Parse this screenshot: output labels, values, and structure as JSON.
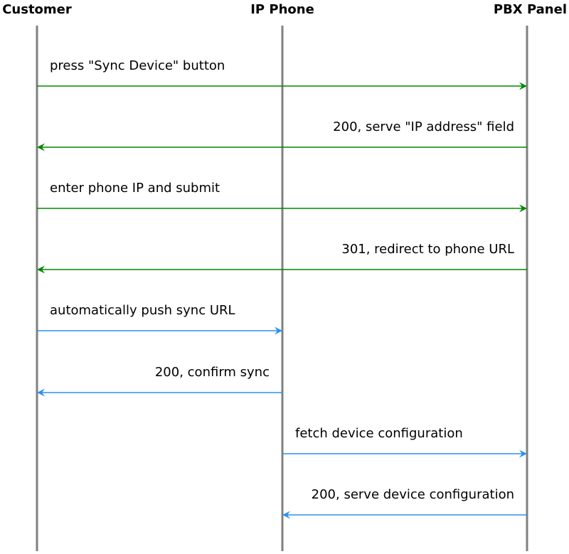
{
  "actors": [
    {
      "id": "customer",
      "label": "Customer"
    },
    {
      "id": "phone",
      "label": "IP Phone"
    },
    {
      "id": "pbx",
      "label": "PBX Panel"
    }
  ],
  "colors": {
    "lifeline": "#808080",
    "green": "#008800",
    "blue": "#2b90f0",
    "text": "#000000"
  },
  "messages": [
    {
      "from": "customer",
      "to": "pbx",
      "label": "press \"Sync Device\" button",
      "color": "green"
    },
    {
      "from": "pbx",
      "to": "customer",
      "label": "200, serve \"IP address\" field",
      "color": "green"
    },
    {
      "from": "customer",
      "to": "pbx",
      "label": "enter phone IP and submit",
      "color": "green"
    },
    {
      "from": "pbx",
      "to": "customer",
      "label": "301, redirect to phone URL",
      "color": "green"
    },
    {
      "from": "customer",
      "to": "phone",
      "label": "automatically push sync URL",
      "color": "blue"
    },
    {
      "from": "phone",
      "to": "customer",
      "label": "200, confirm sync",
      "color": "blue"
    },
    {
      "from": "phone",
      "to": "pbx",
      "label": "fetch device configuration",
      "color": "blue"
    },
    {
      "from": "pbx",
      "to": "phone",
      "label": "200, serve device configuration",
      "color": "blue"
    }
  ]
}
